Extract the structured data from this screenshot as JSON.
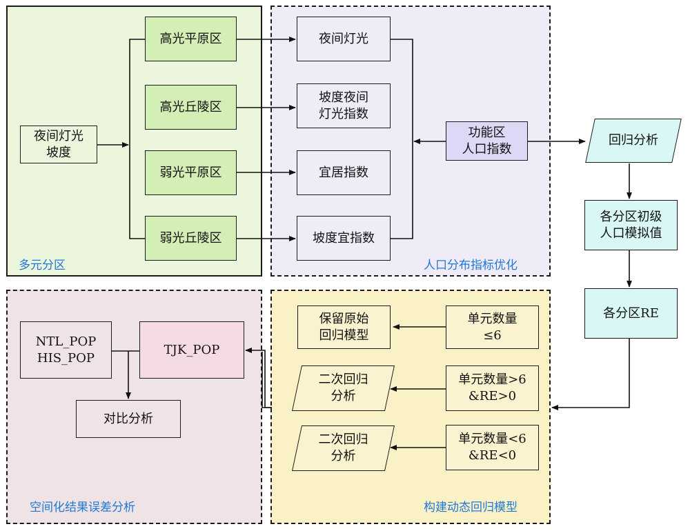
{
  "colors": {
    "green_region": "#ebf6dc",
    "green_box": "#d3efb5",
    "purple_region": "#efecf8",
    "purple_box": "#dcd9f6",
    "pink_region": "#efe3e6",
    "pink_box": "#f5dbe6",
    "yellow_region": "#faf2c6",
    "yellow_box": "#fbf3cf",
    "cyan_box": "#d9f8f5",
    "white_box": "#f6f0eb",
    "label_blue": "#1e78d8"
  },
  "regions": {
    "multi_zone": "多元分区",
    "indicator_opt": "人口分布指标优化",
    "error_analysis": "空间化结果误差分析",
    "dynamic_model": "构建动态回归模型"
  },
  "nodes": {
    "ntl_slope": "夜间灯光\n坡度",
    "high_plain": "高光平原区",
    "high_hill": "高光丘陵区",
    "weak_plain": "弱光平原区",
    "weak_hill": "弱光丘陵区",
    "night_light": "夜间灯光",
    "slope_ntl_index": "坡度夜间\n灯光指数",
    "livable_index": "宜居指数",
    "slope_livable_index": "坡度宜指数",
    "func_pop_index": "功能区\n人口指数",
    "regression": "回归分析",
    "initial_sim": "各分区初级\n人口模拟值",
    "zone_re": "各分区RE",
    "unit_le6": "单元数量\n≤6",
    "keep_model": "保留原始\n回归模型",
    "unit_gt6": "单元数量>6\n&RE>0",
    "quad_reg_1": "二次回归\n分析",
    "unit_lt6": "单元数量<6\n&RE<0",
    "quad_reg_2": "二次回归\n分析",
    "ntl_his_pop": "NTL_POP\nHIS_POP",
    "tjk_pop": "TJK_POP",
    "compare": "对比分析"
  }
}
